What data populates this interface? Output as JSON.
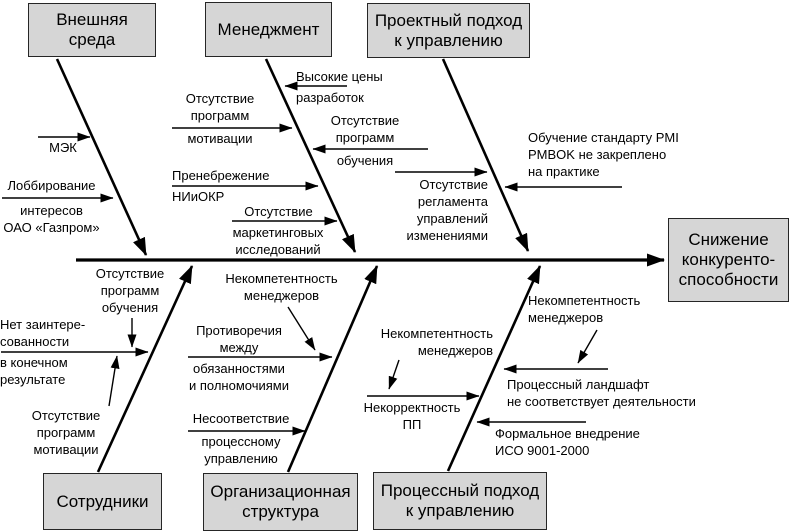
{
  "diagram_type": "ishikawa-fishbone",
  "effect": {
    "label": "Снижение\nконкуренто-\nспособности"
  },
  "category_boxes": {
    "environment": "Внешняя\nсреда",
    "management": "Менеджмент",
    "project": "Проектный подход\nк управлению",
    "staff": "Сотрудники",
    "org_structure": "Организационная\nструктура",
    "process": "Процессный подход\nк управлению"
  },
  "causes": {
    "mek": "МЭК",
    "lobbying_above": "Лоббирование",
    "lobbying_below": "интересов\nОАО «Газпром»",
    "motivation_mgmt_above": "Отсутствие\nпрограмм",
    "motivation_mgmt_below": "мотивации",
    "neglect_above": "Пренебрежение",
    "neglect_below": "НИиОКР",
    "marketing_above": "Отсутствие",
    "marketing_below": "маркетинговых\nисследований",
    "high_prices_above": "Высокие цены",
    "high_prices_below": "разработок",
    "training_mgmt_above": "Отсутствие\nпрограмм",
    "training_mgmt_below": "обучения",
    "no_reglament": "Отсутствие\nрегламента\nуправлений\nизменениями",
    "pmi_pmbok": "Обучение стандарту PMI\nPMBOK не закреплено\nна практике",
    "training_staff": "Отсутствие\nпрограмм\nобучения",
    "no_interest_above": "Нет заинтере-\nсованности",
    "no_interest_below": "в конечном\nрезультате",
    "motivation_staff": "Отсутствие\nпрограмм\nмотивации",
    "incompetence_org": "Некомпетентность\nменеджеров",
    "contradictions_above": "Противоречия\nмежду",
    "contradictions_below": "обязанностями\nи полномочиями",
    "mismatch_above": "Несоответствие",
    "mismatch_below": "процессному\nуправлению",
    "incompetence_proc_left": "Некомпетентность\nменеджеров",
    "incorrect_pp": "Некорректность\nПП",
    "incompetence_proc_right": "Некомпетентность\nменеджеров",
    "process_landscape": "Процессный ландшафт\nне соответствует деятельности",
    "formal_iso": "Формальное внедрение\nИСО 9001-2000"
  },
  "colors": {
    "background": "#ffffff",
    "box_fill": "#d6d6d6",
    "box_border": "#262626",
    "line": "#000000",
    "text": "#000000"
  }
}
